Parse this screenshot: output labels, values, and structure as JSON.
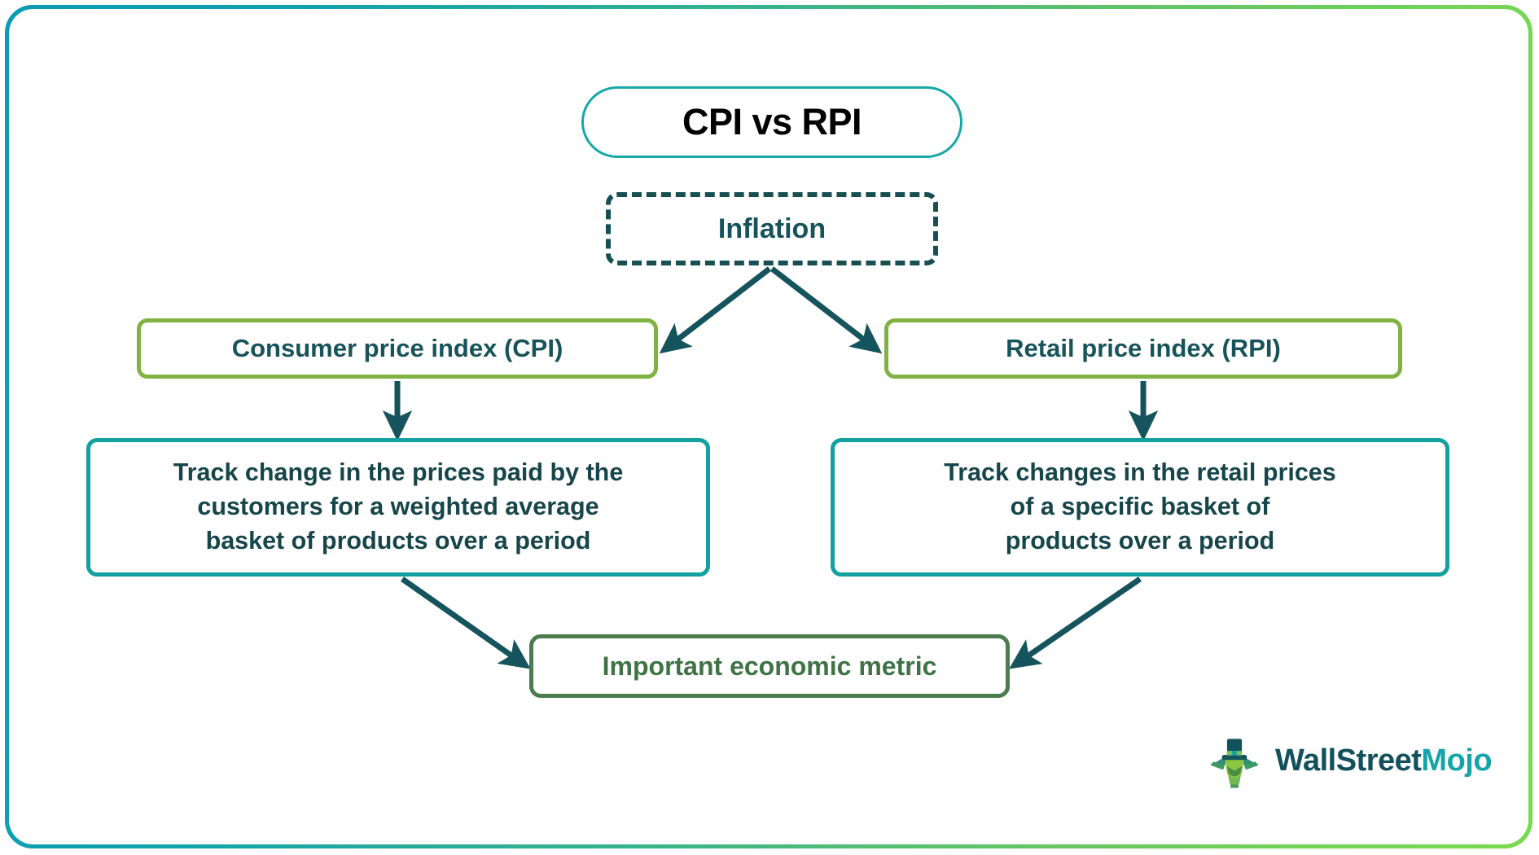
{
  "diagram": {
    "title": "CPI vs RPI",
    "root": "Inflation",
    "left_branch": {
      "label": "Consumer price index (CPI)",
      "description": "Track change in the prices paid by the\ncustomers for a weighted average\nbasket of products over a period"
    },
    "right_branch": {
      "label": "Retail price index (RPI)",
      "description": "Track changes in the retail prices\nof a specific basket of\nproducts over a period"
    },
    "outcome": "Important economic metric"
  },
  "brand": {
    "name_part1": "WallStreet",
    "name_part2": "Mojo",
    "mark": "top-hat-mascot-icon"
  },
  "colors": {
    "frame_gradient_start": "#0b9cb5",
    "frame_gradient_end": "#78da4f",
    "title_border": "#16a7a7",
    "dark_teal": "#17535a",
    "green_border": "#7fb241",
    "teal_border": "#13a0a0",
    "outcome_green": "#4a7c4e",
    "arrow": "#15545c",
    "logo_dark": "#12505c",
    "logo_accent": "#14a5a8"
  }
}
